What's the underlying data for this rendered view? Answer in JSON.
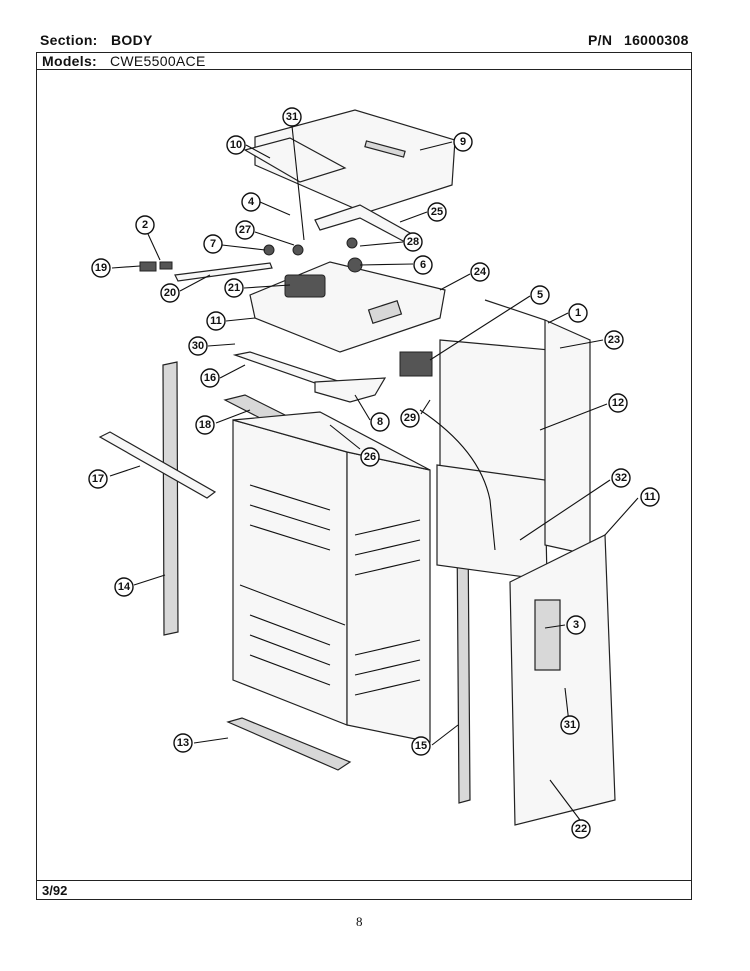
{
  "header": {
    "section_label": "Section:",
    "section_value": "BODY",
    "pn_label": "P/N",
    "pn_value": "16000308",
    "models_label": "Models:",
    "models_value": "CWE5500ACE"
  },
  "footer": {
    "date": "3/92",
    "page_number": "8"
  },
  "callouts": [
    "31",
    "10",
    "9",
    "4",
    "25",
    "2",
    "27",
    "28",
    "7",
    "6",
    "19",
    "20",
    "21",
    "24",
    "5",
    "1",
    "11",
    "30",
    "23",
    "16",
    "8",
    "12",
    "18",
    "29",
    "26",
    "17",
    "32",
    "11",
    "3",
    "14",
    "31",
    "13",
    "15",
    "22"
  ]
}
